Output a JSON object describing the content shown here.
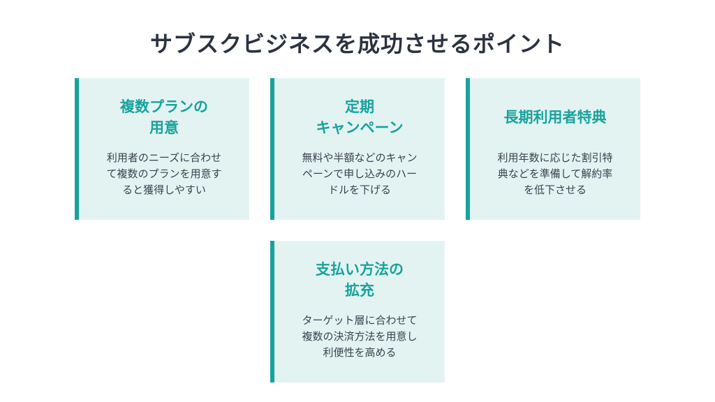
{
  "title": "サブスクビジネスを成功させるポイント",
  "colors": {
    "accent": "#17a39c",
    "card_background": "#e3f3f2",
    "title_text": "#2b3340",
    "body_text": "#3a4250"
  },
  "cards": [
    {
      "title": "複数プランの\n用意",
      "body": "利用者のニーズに合わせ\nて複数のプランを用意す\nると獲得しやすい"
    },
    {
      "title": "定期\nキャンペーン",
      "body": "無料や半額などのキャン\nペーンで申し込みのハー\nドルを下げる"
    },
    {
      "title": "長期利用者特典",
      "body": "利用年数に応じた割引特\n典などを準備して解約率\nを低下させる"
    },
    {
      "title": "支払い方法の\n拡充",
      "body": "ターゲット層に合わせて\n複数の決済方法を用意し\n利便性を高める"
    }
  ]
}
